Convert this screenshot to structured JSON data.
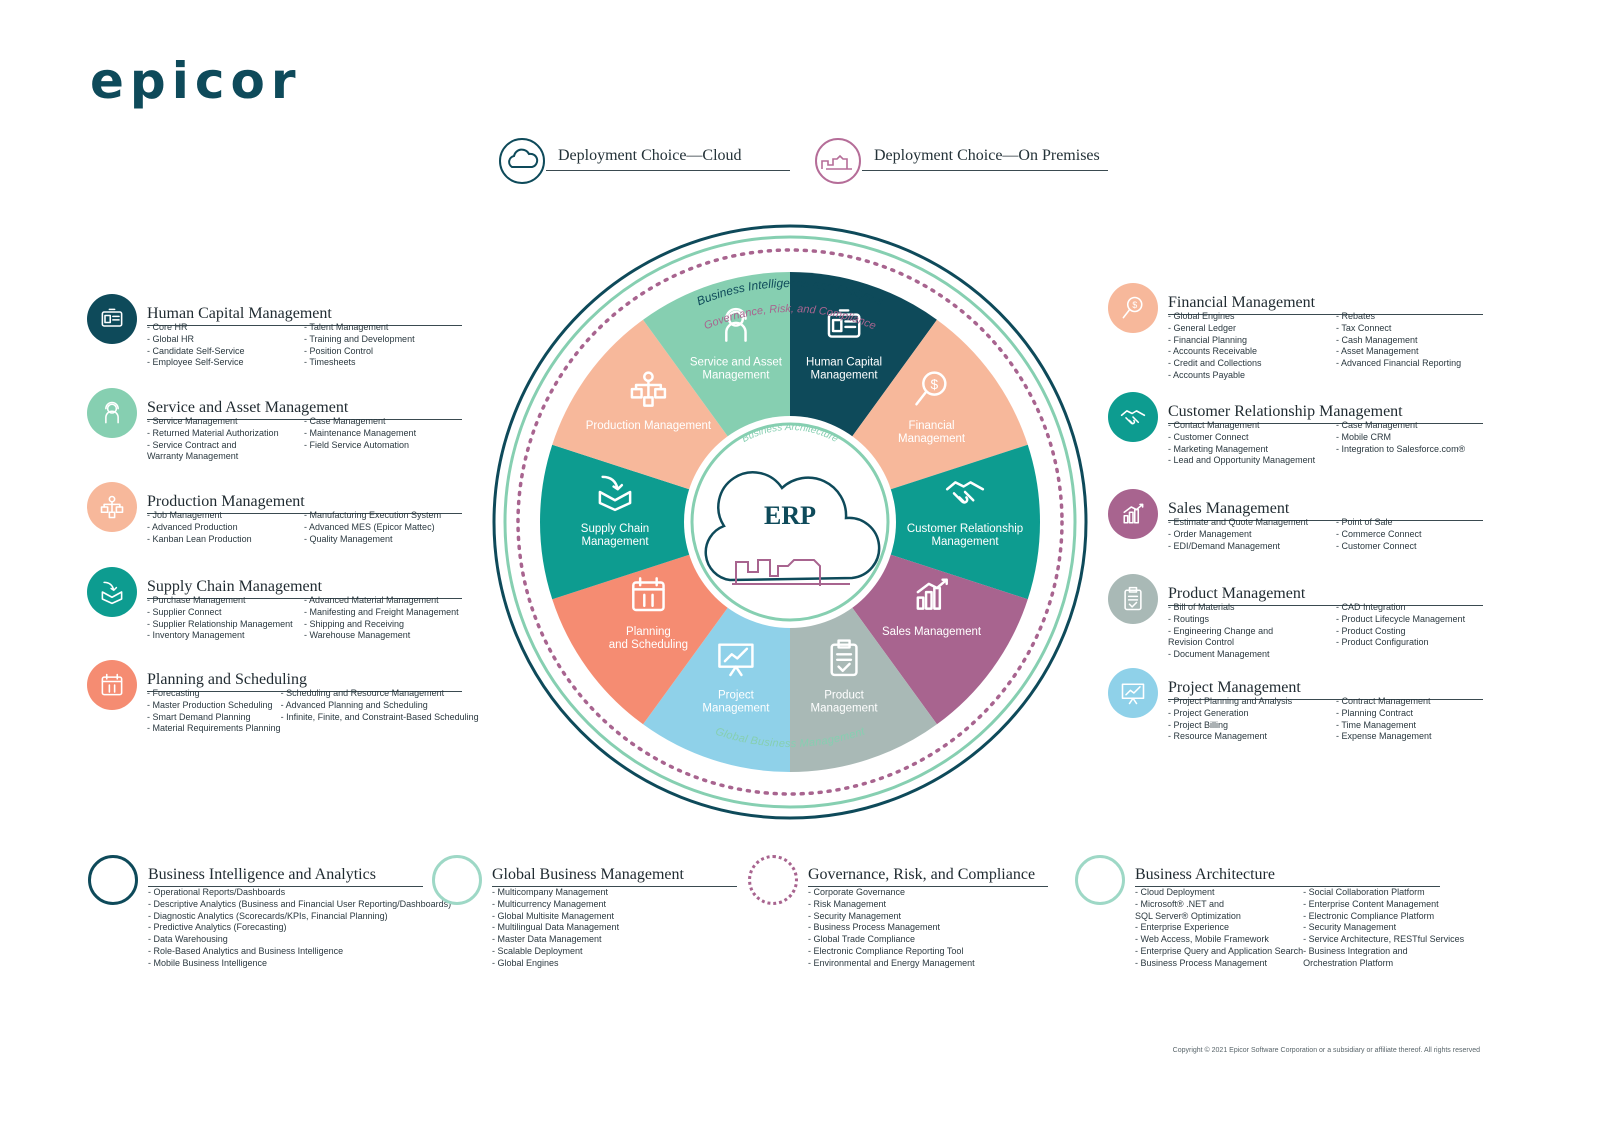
{
  "brand": {
    "logo_text": "epicor"
  },
  "deployment": {
    "cloud": {
      "label": "Deployment Choice—Cloud",
      "icon": "cloud-icon",
      "color": "#0e4a5a"
    },
    "on_premises": {
      "label": "Deployment Choice—On Premises",
      "icon": "buildings-icon",
      "color": "#b56d98"
    }
  },
  "wheel": {
    "center_label": "ERP",
    "ring_outer_label": "Business Intelligence and Analytics",
    "ring_dotted_label": "Governance, Risk, and Compliance",
    "ring_bottom_label": "Global Business Management",
    "ring_inner_label": "Business Architecture",
    "segments": [
      {
        "label_lines": [
          "Human Capital",
          "Management"
        ],
        "color": "#0e4a5a",
        "icon": "id-card-icon"
      },
      {
        "label_lines": [
          "Financial",
          "Management"
        ],
        "color": "#f7b89b",
        "icon": "magnifier-dollar-icon"
      },
      {
        "label_lines": [
          "Customer Relationship",
          "Management"
        ],
        "color": "#0d9c90",
        "icon": "handshake-icon"
      },
      {
        "label_lines": [
          "Sales Management"
        ],
        "color": "#a8648f",
        "icon": "bar-chart-icon"
      },
      {
        "label_lines": [
          "Product",
          "Management"
        ],
        "color": "#a9b9b6",
        "icon": "clipboard-icon"
      },
      {
        "label_lines": [
          "Project",
          "Management"
        ],
        "color": "#8fd1e9",
        "icon": "presentation-chart-icon"
      },
      {
        "label_lines": [
          "Planning",
          "and Scheduling"
        ],
        "color": "#f58c72",
        "icon": "calendar-icon"
      },
      {
        "label_lines": [
          "Supply Chain",
          "Management"
        ],
        "color": "#0d9c90",
        "icon": "box-arrow-icon"
      },
      {
        "label_lines": [
          "Production Management"
        ],
        "color": "#f7b89b",
        "icon": "org-chart-icon"
      },
      {
        "label_lines": [
          "Service and Asset",
          "Management"
        ],
        "color": "#86cfb1",
        "icon": "headset-person-icon"
      }
    ]
  },
  "left_sections": [
    {
      "title": "Human Capital Management",
      "color": "#0e4a5a",
      "icon": "id-card-icon",
      "col1": [
        "Core HR",
        "Global HR",
        "Candidate Self-Service",
        "Employee Self-Service"
      ],
      "col2": [
        "Talent Management",
        "Training and Development",
        "Position Control",
        "Timesheets"
      ]
    },
    {
      "title": "Service and Asset Management",
      "color": "#86cfb1",
      "icon": "headset-person-icon",
      "col1": [
        "Service Management",
        "Returned Material Authorization",
        "Service Contract and",
        "Warranty Management"
      ],
      "col2": [
        "Case Management",
        "Maintenance Management",
        "Field Service Automation"
      ]
    },
    {
      "title": "Production Management",
      "color": "#f7b89b",
      "icon": "org-chart-icon",
      "col1": [
        "Job Management",
        "Advanced Production",
        "Kanban Lean Production"
      ],
      "col2": [
        "Manufacturing Execution System",
        "Advanced MES (Epicor Mattec)",
        "Quality Management"
      ]
    },
    {
      "title": "Supply Chain Management",
      "color": "#0d9c90",
      "icon": "box-arrow-icon",
      "col1": [
        "Purchase Management",
        "Supplier Connect",
        "Supplier Relationship Management",
        "Inventory Management"
      ],
      "col2": [
        "Advanced Material Management",
        "Manifesting and Freight Management",
        "Shipping and Receiving",
        "Warehouse Management"
      ]
    },
    {
      "title": "Planning and Scheduling",
      "color": "#f58c72",
      "icon": "calendar-icon",
      "col1": [
        "Forecasting",
        "Master Production Scheduling",
        "Smart Demand Planning",
        "Material Requirements Planning"
      ],
      "col2": [
        "Scheduling and Resource Management",
        "Advanced Planning and Scheduling",
        "Infinite, Finite, and Constraint-Based Scheduling"
      ]
    }
  ],
  "right_sections": [
    {
      "title": "Financial Management",
      "color": "#f7b89b",
      "icon": "magnifier-dollar-icon",
      "col1": [
        "Global Engines",
        "General Ledger",
        "Financial Planning",
        "Accounts Receivable",
        "Credit and Collections",
        "Accounts Payable"
      ],
      "col2": [
        "Rebates",
        "Tax Connect",
        "Cash Management",
        "Asset Management",
        "Advanced Financial Reporting"
      ]
    },
    {
      "title": "Customer Relationship Management",
      "color": "#0d9c90",
      "icon": "handshake-icon",
      "col1": [
        "Contact Management",
        "Customer Connect",
        "Marketing Management",
        "Lead and Opportunity Management"
      ],
      "col2": [
        "Case Management",
        "Mobile CRM",
        "Integration to Salesforce.com®"
      ]
    },
    {
      "title": "Sales Management",
      "color": "#a8648f",
      "icon": "bar-chart-icon",
      "col1": [
        "Estimate and Quote Management",
        "Order Management",
        "EDI/Demand Management"
      ],
      "col2": [
        "Point of Sale",
        "Commerce Connect",
        "Customer Connect"
      ]
    },
    {
      "title": "Product Management",
      "color": "#a9b9b6",
      "icon": "clipboard-icon",
      "col1": [
        "Bill of Materials",
        "Routings",
        "Engineering Change and",
        "Revision Control",
        "Document Management"
      ],
      "col2": [
        "CAD Integration",
        "Product Lifecycle Management",
        "Product Costing",
        "Product Configuration"
      ]
    },
    {
      "title": "Project Management",
      "color": "#8fd1e9",
      "icon": "presentation-chart-icon",
      "col1": [
        "Project Planning and Analysis",
        "Project Generation",
        "Project Billing",
        "Resource Management"
      ],
      "col2": [
        "Contract Management",
        "Planning Contract",
        "Time Management",
        "Expense Management"
      ]
    }
  ],
  "bottom_sections": [
    {
      "title": "Business Intelligence and Analytics",
      "ring_color": "#0e4a5a",
      "ring_style": "solid",
      "col1": [
        "Operational Reports/Dashboards",
        "Descriptive Analytics (Business and Financial User Reporting/Dashboards)",
        "Diagnostic Analytics (Scorecards/KPIs, Financial Planning)",
        "Predictive Analytics (Forecasting)",
        "Data Warehousing",
        "Role-Based Analytics and Business Intelligence",
        "Mobile Business Intelligence"
      ],
      "col2": []
    },
    {
      "title": "Global Business Management",
      "ring_color": "#9ed8c6",
      "ring_style": "solid",
      "col1": [
        "Multicompany Management",
        "Multicurrency Management",
        "Global Multisite Management",
        "Multilingual Data Management",
        "Master Data Management",
        "Scalable Deployment",
        "Global Engines"
      ],
      "col2": []
    },
    {
      "title": "Governance, Risk, and Compliance",
      "ring_color": "#a8648f",
      "ring_style": "dotted",
      "col1": [
        "Corporate Governance",
        "Risk Management",
        "Security Management",
        "Business Process Management",
        "Global Trade Compliance",
        "Electronic Compliance Reporting Tool",
        "Environmental and Energy Management"
      ],
      "col2": []
    },
    {
      "title": "Business Architecture",
      "ring_color": "#9ed8c6",
      "ring_style": "solid",
      "col1": [
        "Cloud Deployment",
        "Microsoft® .NET and",
        "SQL Server® Optimization",
        "Enterprise Experience",
        "Web Access, Mobile Framework",
        "Enterprise Query and Application Search",
        "Business Process Management"
      ],
      "col2": [
        "Social Collaboration Platform",
        "Enterprise Content Management",
        "Electronic Compliance Platform",
        "Security Management",
        "Service Architecture, RESTful Services",
        "Business Integration and",
        "Orchestration Platform"
      ]
    }
  ],
  "footer": {
    "copyright": "Copyright © 2021 Epicor Software Corporation or a subsidiary or affiliate thereof. All rights reserved"
  }
}
